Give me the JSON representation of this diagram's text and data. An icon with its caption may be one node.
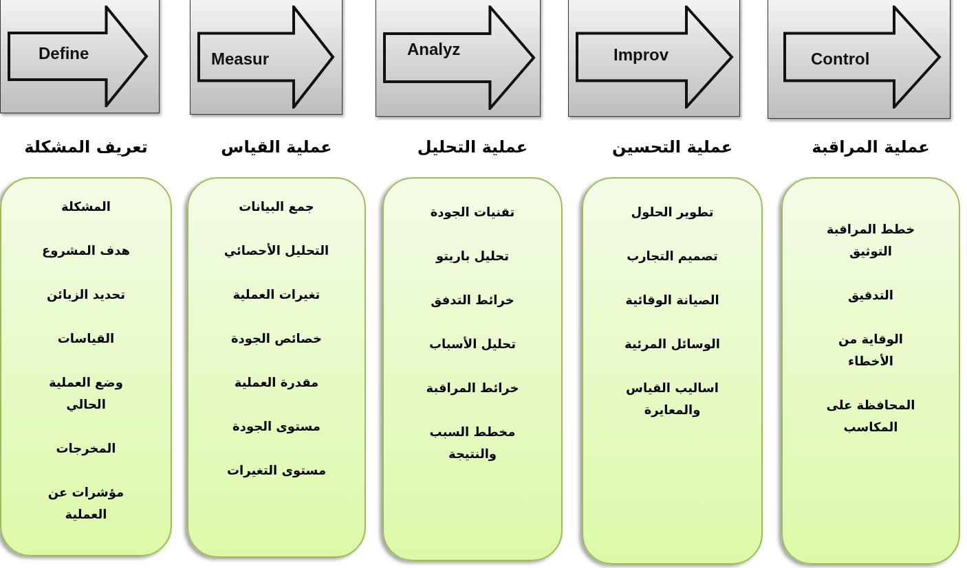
{
  "diagram": {
    "nodes": [
      {
        "text": [],
        "shape": "box"
      },
      {
        "text": [
          "Define"
        ],
        "in": 0
      },
      {
        "text": [
          "تعريف المشكلة",
          "المشكلة",
          "هدف المشروع",
          "تحديد الزبائن",
          "القياسات",
          "وضع العملية الحالي",
          "المخرجات",
          "مؤشرات عن العملية"
        ]
      },
      {
        "text": [],
        "shape": "box"
      },
      {
        "text": [
          "Measur"
        ],
        "in": 3
      },
      {
        "text": [
          "عملية القياس",
          "جمع البيانات",
          "التحليل الأحصائي",
          "تغيرات العملية",
          "خصائص الجودة",
          "مقدرة العملية",
          "مستوى الجودة",
          "مستوى التغيرات"
        ]
      },
      {
        "text": [],
        "shape": "box"
      },
      {
        "text": [
          "Analyz"
        ],
        "in": 6
      },
      {
        "text": [
          "عملية التحليل",
          "تقنيات الجودة",
          "تحليل باريتو",
          "خرائط التدفق",
          "تحليل الأسباب",
          "خرائط المراقبة",
          "مخطط السبب والنتيجة"
        ]
      },
      {
        "text": [],
        "shape": "box"
      },
      {
        "text": [
          "Improv"
        ],
        "in": 9
      },
      {
        "text": [
          "عملية التحسين",
          "تطوير الحلول",
          "تصميم التجارب",
          "الصيانة الوقائية",
          "الوسائل المرئية",
          "اساليب القياس والمعايرة"
        ]
      },
      {
        "text": [],
        "shape": "box"
      },
      {
        "text": [
          "Control"
        ],
        "in": 12
      },
      {
        "text": [
          "عملية المراقبة",
          "خطط المراقبة",
          "التوثيق",
          "التدقيق",
          "الوقاية من الأخطاء",
          "المحافظة على المكاسب"
        ]
      }
    ]
  }
}
